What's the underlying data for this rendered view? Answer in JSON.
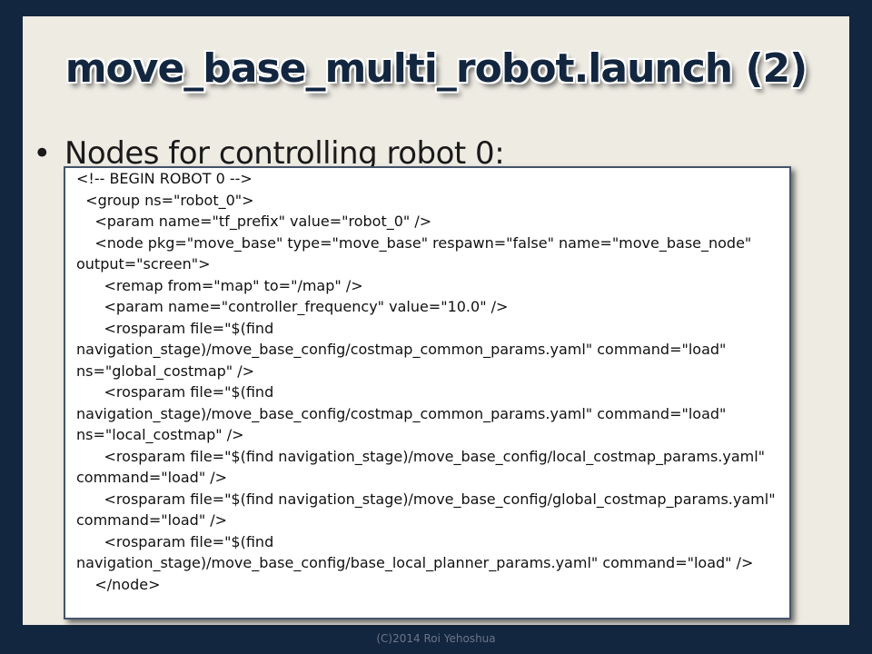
{
  "slide": {
    "title": "move_base_multi_robot.launch  (2)",
    "bullet": "Nodes for controlling robot 0:",
    "bullet_symbol": "•",
    "code_lines": [
      "<!-- BEGIN ROBOT 0 -->",
      "  <group ns=\"robot_0\">",
      "    <param name=\"tf_prefix\" value=\"robot_0\" />",
      "    <node pkg=\"move_base\" type=\"move_base\" respawn=\"false\" name=\"move_base_node\"",
      "output=\"screen\">",
      "      <remap from=\"map\" to=\"/map\" />",
      "      <param name=\"controller_frequency\" value=\"10.0\" />",
      "      <rosparam file=\"$(find",
      "navigation_stage)/move_base_config/costmap_common_params.yaml\" command=\"load\"",
      "ns=\"global_costmap\" />",
      "      <rosparam file=\"$(find",
      "navigation_stage)/move_base_config/costmap_common_params.yaml\" command=\"load\"",
      "ns=\"local_costmap\" />",
      "      <rosparam file=\"$(find navigation_stage)/move_base_config/local_costmap_params.yaml\"",
      "command=\"load\" />",
      "      <rosparam file=\"$(find navigation_stage)/move_base_config/global_costmap_params.yaml\"",
      "command=\"load\" />",
      "      <rosparam file=\"$(find",
      "navigation_stage)/move_base_config/base_local_planner_params.yaml\" command=\"load\" />",
      "    </node>"
    ],
    "footer": "(C)2014 Roi Yehoshua"
  }
}
